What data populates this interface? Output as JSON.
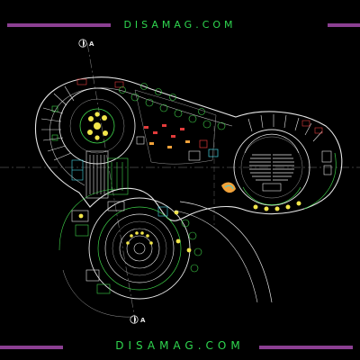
{
  "watermark": {
    "top": "DISAMAG.COM",
    "bottom": "DISAMAG.COM"
  },
  "section_marker": {
    "letter": "A"
  },
  "colors": {
    "background": "#000000",
    "watermark": "#2fd64f",
    "band": "#8b3f92",
    "wall": "#e6e6e6",
    "green": "#3fd24a",
    "cyan": "#43d2e0",
    "yellow": "#f2e64a",
    "red": "#e23b3b",
    "orange": "#f1a23a",
    "gray": "#7d7d7d"
  },
  "icons": {
    "section_marker": "section-cut-symbol",
    "vegetation": "tree-symbol",
    "auditorium_seating": "seat-rows"
  }
}
